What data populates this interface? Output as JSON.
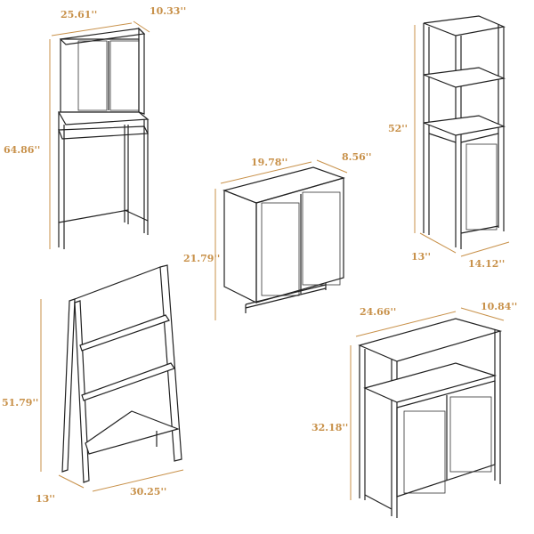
{
  "colors": {
    "dimension": "#c8914a",
    "outline": "#222222",
    "background": "#ffffff"
  },
  "products": {
    "toilet_shelf": {
      "width": "25.61''",
      "depth": "10.33''",
      "height": "64.86''"
    },
    "tall_tower": {
      "height": "52''",
      "depth": "13''",
      "width": "14.12''"
    },
    "wall_cabinet": {
      "width": "19.78''",
      "depth": "8.56''",
      "height": "21.79''"
    },
    "ladder_shelf": {
      "height": "51.79''",
      "depth": "13''",
      "width": "30.25''"
    },
    "floor_cabinet": {
      "width": "24.66''",
      "depth": "10.84''",
      "height": "32.18''"
    }
  }
}
